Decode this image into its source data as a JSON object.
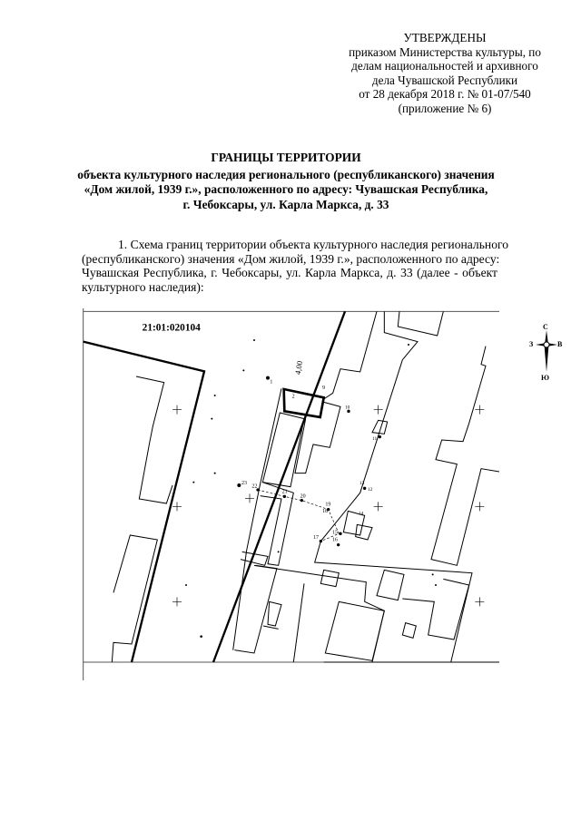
{
  "approval": {
    "lines": [
      "УТВЕРЖДЕНЫ",
      "приказом Министерства культуры, по",
      "делам национальностей и архивного",
      "дела Чувашской Республики",
      "от 28 декабря 2018 г. № 01-07/540",
      "(приложение № 6)"
    ]
  },
  "title": {
    "heading": "ГРАНИЦЫ ТЕРРИТОРИИ",
    "lines": [
      "объекта культурного наследия регионального (республиканского) значения",
      "«Дом жилой, 1939 г.», расположенного по адресу: Чувашская Республика,",
      "г. Чебоксары, ул. Карла Маркса, д. 33"
    ]
  },
  "paragraph": {
    "lines": [
      "1. Схема границ территории объекта культурного наследия регионального",
      "(республиканского) значения «Дом жилой, 1939 г.», расположенного по адресу:",
      "Чувашская Республика, г. Чебоксары, ул. Карла Маркса, д. 33 (далее - объект",
      "культурного наследия):"
    ]
  },
  "map": {
    "cadastral_block": "21:01:020104",
    "dimension": "4,00",
    "points": [
      "1",
      "2",
      "9",
      "10",
      "11",
      "12",
      "13",
      "14",
      "15",
      "16",
      "17",
      "18",
      "19",
      "20",
      "21",
      "22",
      "23"
    ]
  },
  "compass": {
    "north": "С",
    "south": "Ю",
    "west": "З",
    "east": "В"
  }
}
